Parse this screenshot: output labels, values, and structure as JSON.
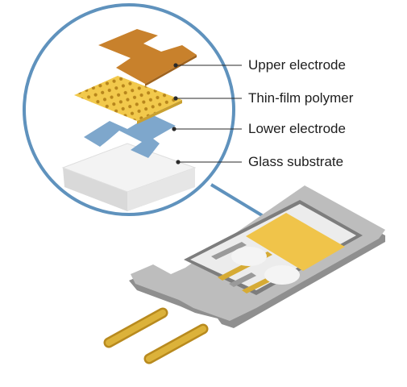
{
  "labels": {
    "upper_electrode": "Upper electrode",
    "thin_film_polymer": "Thin-film polymer",
    "lower_electrode": "Lower electrode",
    "glass_substrate": "Glass substrate"
  },
  "colors": {
    "upper_electrode": "#c8812c",
    "thin_film_polymer": "#f2c94c",
    "lower_electrode": "#7ea7cc",
    "glass_substrate": "#f0f0f0",
    "magnifier_ring": "#5f92bd",
    "housing": "#a9a9a9",
    "pins": "#d2a52e"
  }
}
